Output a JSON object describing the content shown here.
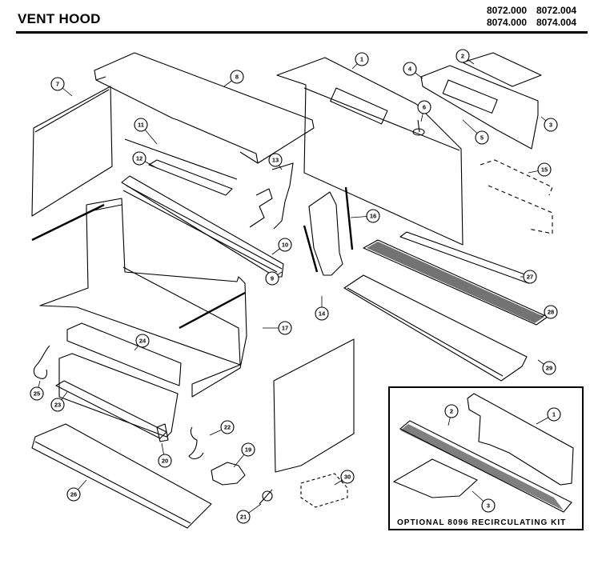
{
  "header": {
    "title": "VENT HOOD",
    "models": [
      "8072.000",
      "8072.004",
      "8074.000",
      "8074.004"
    ]
  },
  "kit": {
    "label": "OPTIONAL 8096 RECIRCULATING KIT"
  },
  "callouts": [
    "7",
    "8",
    "1",
    "2",
    "4",
    "6",
    "3",
    "11",
    "12",
    "13",
    "5",
    "15",
    "10",
    "9",
    "16",
    "27",
    "28",
    "29",
    "14",
    "17",
    "24",
    "25",
    "23",
    "22",
    "20",
    "19",
    "21",
    "30",
    "26"
  ],
  "kit_callouts": [
    "1",
    "2",
    "3"
  ]
}
